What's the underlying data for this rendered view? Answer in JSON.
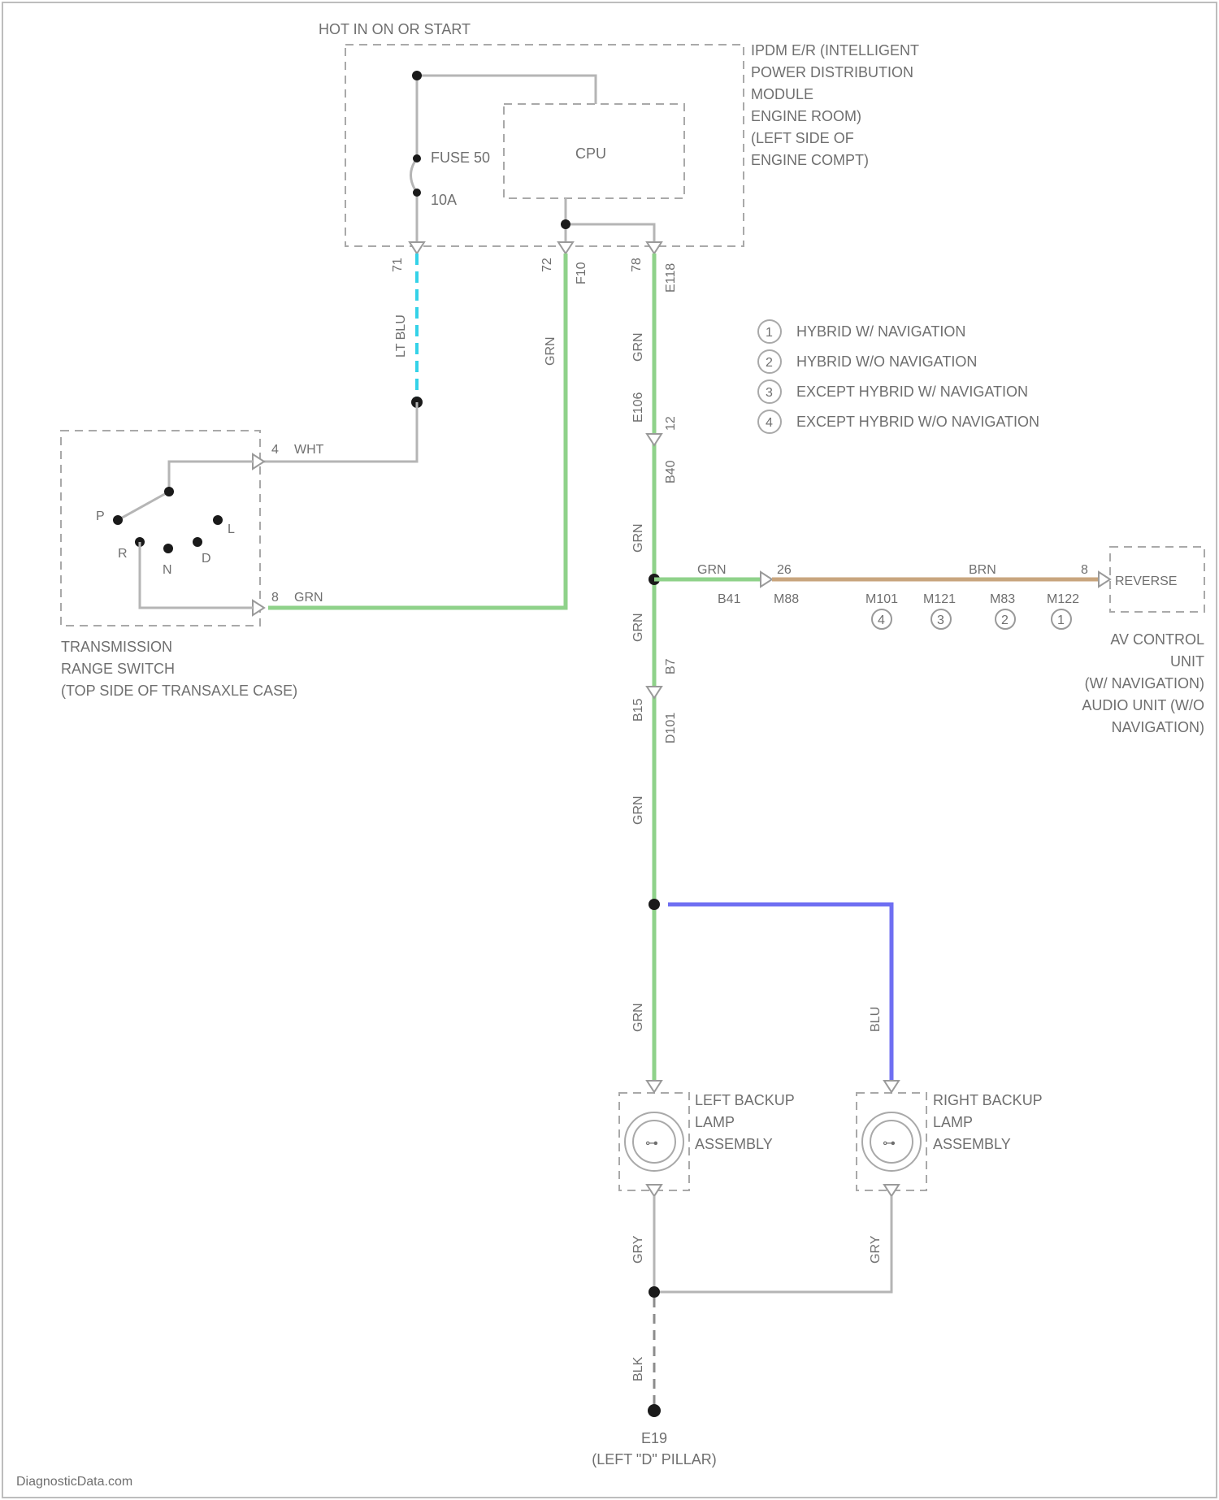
{
  "diagram": {
    "hot_label": "HOT IN ON OR START",
    "ipdm": {
      "lines": [
        "IPDM E/R (INTELLIGENT",
        "POWER DISTRIBUTION",
        "MODULE",
        "ENGINE ROOM)",
        "(LEFT SIDE OF",
        "ENGINE COMPT)"
      ],
      "cpu": "CPU",
      "fuse": "FUSE 50",
      "amp": "10A",
      "pins": [
        "71",
        "72",
        "78"
      ],
      "connectors": [
        "F10",
        "E118"
      ]
    },
    "wires": {
      "lt_blu": "LT BLU",
      "grn": "GRN",
      "wht": "WHT",
      "brn": "BRN",
      "blu": "BLU",
      "gry": "GRY",
      "blk": "BLK"
    },
    "legend": [
      {
        "num": "1",
        "text": "HYBRID W/ NAVIGATION"
      },
      {
        "num": "2",
        "text": "HYBRID W/O NAVIGATION"
      },
      {
        "num": "3",
        "text": "EXCEPT HYBRID W/ NAVIGATION"
      },
      {
        "num": "4",
        "text": "EXCEPT HYBRID W/O NAVIGATION"
      }
    ],
    "transmission": {
      "lines": [
        "TRANSMISSION",
        "RANGE SWITCH",
        "(TOP SIDE OF TRANSAXLE CASE)"
      ],
      "positions": [
        "P",
        "R",
        "N",
        "D",
        "L"
      ],
      "pin_top": "4",
      "pin_bottom": "8"
    },
    "connectors": {
      "e106": "E106",
      "e40": "B40",
      "e41": "B41",
      "m88": "M88",
      "b7": "B7",
      "d101": "D101",
      "d102": "B15",
      "m101": "M101",
      "m121": "M121",
      "m83": "M83",
      "m122": "M122",
      "pin26": "26",
      "pin8": "8",
      "pin12": "12"
    },
    "option_markers": [
      "4",
      "3",
      "2",
      "1"
    ],
    "reverse": "REVERSE",
    "av_unit": {
      "lines": [
        "AV CONTROL",
        "UNIT",
        "(W/ NAVIGATION)",
        "AUDIO UNIT (W/O",
        "NAVIGATION)"
      ]
    },
    "left_lamp": [
      "LEFT BACKUP",
      "LAMP",
      "ASSEMBLY"
    ],
    "right_lamp": [
      "RIGHT BACKUP",
      "LAMP",
      "ASSEMBLY"
    ],
    "ground": {
      "id": "E19",
      "location": "(LEFT \"D\" PILLAR)"
    },
    "watermark": "DiagnosticData.com"
  }
}
